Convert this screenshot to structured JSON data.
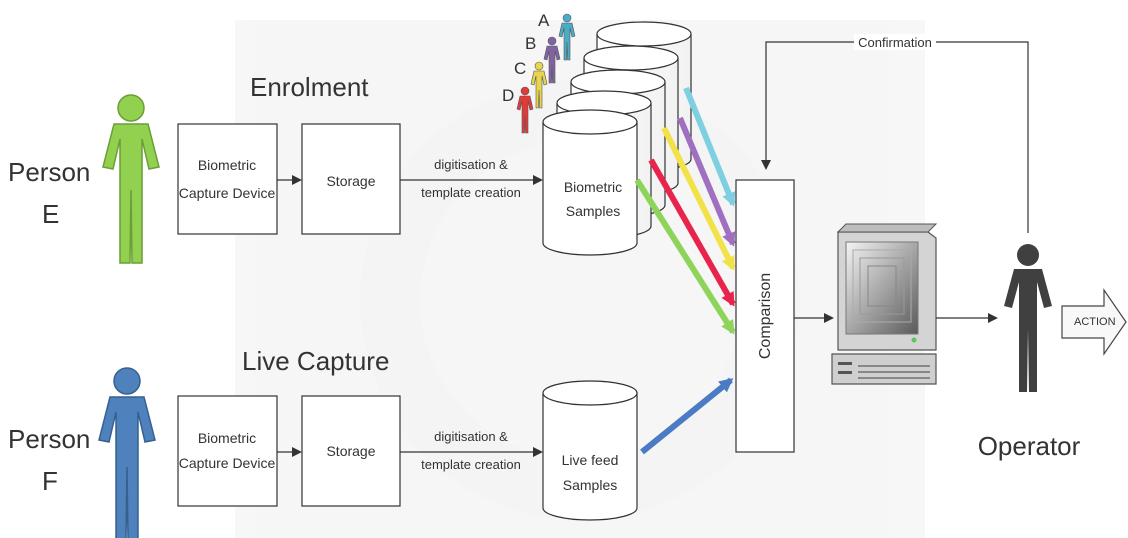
{
  "sections": {
    "enrolment": "Enrolment",
    "live_capture": "Live Capture"
  },
  "persons": {
    "e": {
      "line1": "Person",
      "line2": "E",
      "color": "#92d050"
    },
    "f": {
      "line1": "Person",
      "line2": "F",
      "color": "#4f81bd"
    }
  },
  "enrol_row": {
    "capture_line1": "Biometric",
    "capture_line2": "Capture Device",
    "storage": "Storage",
    "process_line1": "digitisation &",
    "process_line2": "template creation",
    "samples_line1": "Biometric",
    "samples_line2": "Samples"
  },
  "live_row": {
    "capture_line1": "Biometric",
    "capture_line2": "Capture Device",
    "storage": "Storage",
    "process_line1": "digitisation &",
    "process_line2": "template creation",
    "samples_line1": "Live feed",
    "samples_line2": "Samples"
  },
  "enrolled_people": [
    {
      "label": "A",
      "color": "#4bacc6"
    },
    {
      "label": "B",
      "color": "#8064a2"
    },
    {
      "label": "C",
      "color": "#e8d44d"
    },
    {
      "label": "D",
      "color": "#e03a3a"
    }
  ],
  "comparison": "Comparison",
  "confirmation": "Confirmation",
  "operator": "Operator",
  "action": "ACTION",
  "colors": {
    "line": "#333333",
    "cyan": "#7ecfe0",
    "purple": "#a06fc0",
    "yellow": "#f2e24a",
    "red": "#e8244c",
    "green": "#8ed35a",
    "blue": "#4a7bc4",
    "operator": "#404040"
  }
}
